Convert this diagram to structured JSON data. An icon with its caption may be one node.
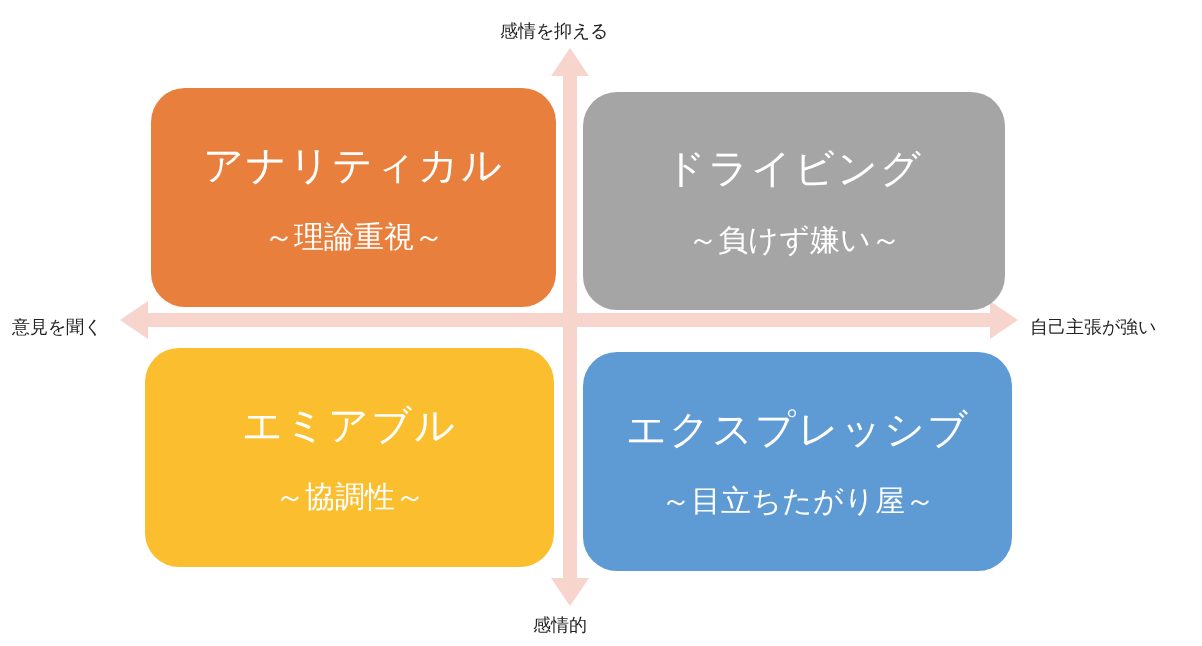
{
  "diagram": {
    "nodes": [
      {
        "text": [
          "アナリティカル",
          "～理論重視～"
        ]
      },
      {
        "text": [
          "ドライビング",
          "～負けず嫌い～"
        ]
      },
      {
        "text": [
          "エミアブル",
          "～協調性～"
        ]
      },
      {
        "text": [
          "エクスプレッシブ",
          "～目立ちたがり屋～"
        ]
      }
    ],
    "edges": [],
    "labels": [
      "感情を抑える",
      "意見を聞く",
      "自己主張が強い",
      "感情的"
    ]
  }
}
